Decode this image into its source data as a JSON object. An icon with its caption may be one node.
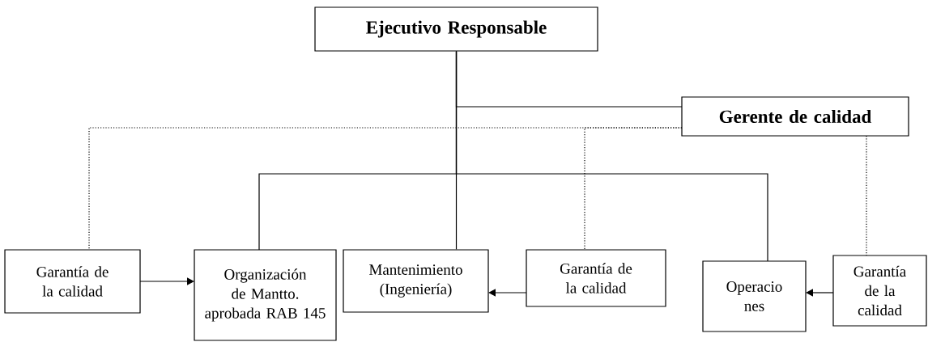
{
  "diagram": {
    "nodes": [
      {
        "text": [
          "Ejecutivo Responsable"
        ]
      },
      {
        "text": [
          "Gerente de calidad"
        ]
      },
      {
        "text": [
          "Garantía de la calidad"
        ]
      },
      {
        "text": [
          "Organización de Mantto. aprobada RAB 145"
        ]
      },
      {
        "text": [
          "Mantenimiento (Ingeniería)"
        ]
      },
      {
        "text": [
          "Garantía de la calidad"
        ]
      },
      {
        "text": [
          "Operacio nes"
        ]
      },
      {
        "text": [
          "Garantía de la calidad"
        ]
      }
    ],
    "edges": [
      {
        "from": 0,
        "to": 1,
        "arrow": "none"
      },
      {
        "from": 0,
        "to": 4,
        "arrow": "none"
      },
      {
        "from": 0,
        "to": 3,
        "arrow": "none"
      },
      {
        "from": 0,
        "to": 6,
        "arrow": "none"
      },
      {
        "from": 1,
        "to": 2,
        "arrow": "none",
        "style": "dashed"
      },
      {
        "from": 1,
        "to": 5,
        "arrow": "none",
        "style": "dashed"
      },
      {
        "from": 1,
        "to": 7,
        "arrow": "none",
        "style": "dashed"
      },
      {
        "from": 2,
        "to": 3,
        "arrow": "to"
      },
      {
        "from": 5,
        "to": 4,
        "arrow": "to"
      },
      {
        "from": 7,
        "to": 6,
        "arrow": "to"
      }
    ]
  }
}
